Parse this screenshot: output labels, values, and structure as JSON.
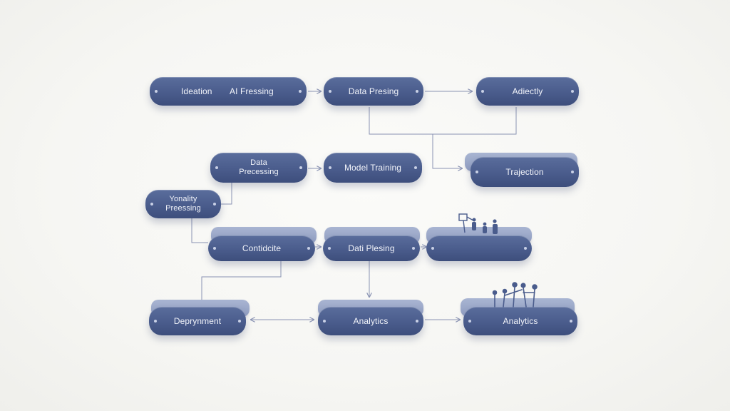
{
  "colors": {
    "node": "#4a5c8c",
    "slab": "#9aa7c8",
    "connector": "#8a93b3",
    "background": "#f6f6f3"
  },
  "nodes": {
    "ideation": "Ideation",
    "ai_fressing": "AI Fressing",
    "data_presing": "Data Presing",
    "adiectly": "Adiectly",
    "data_precessing_1": "Data",
    "data_precessing_2": "Precessing",
    "model_training": "Model Training",
    "trajection": "Trajection",
    "yonality_1": "Yonality",
    "yonality_2": "Preessing",
    "contidcite": "Contidcite",
    "dati_plesing": "Dati Plesing",
    "deprynment": "Deprynment",
    "analytics_1": "Analytics",
    "analytics_2": "Analytics"
  },
  "icons": {
    "people_group_1": "people-group-icon",
    "people_group_2": "people-group-icon"
  }
}
